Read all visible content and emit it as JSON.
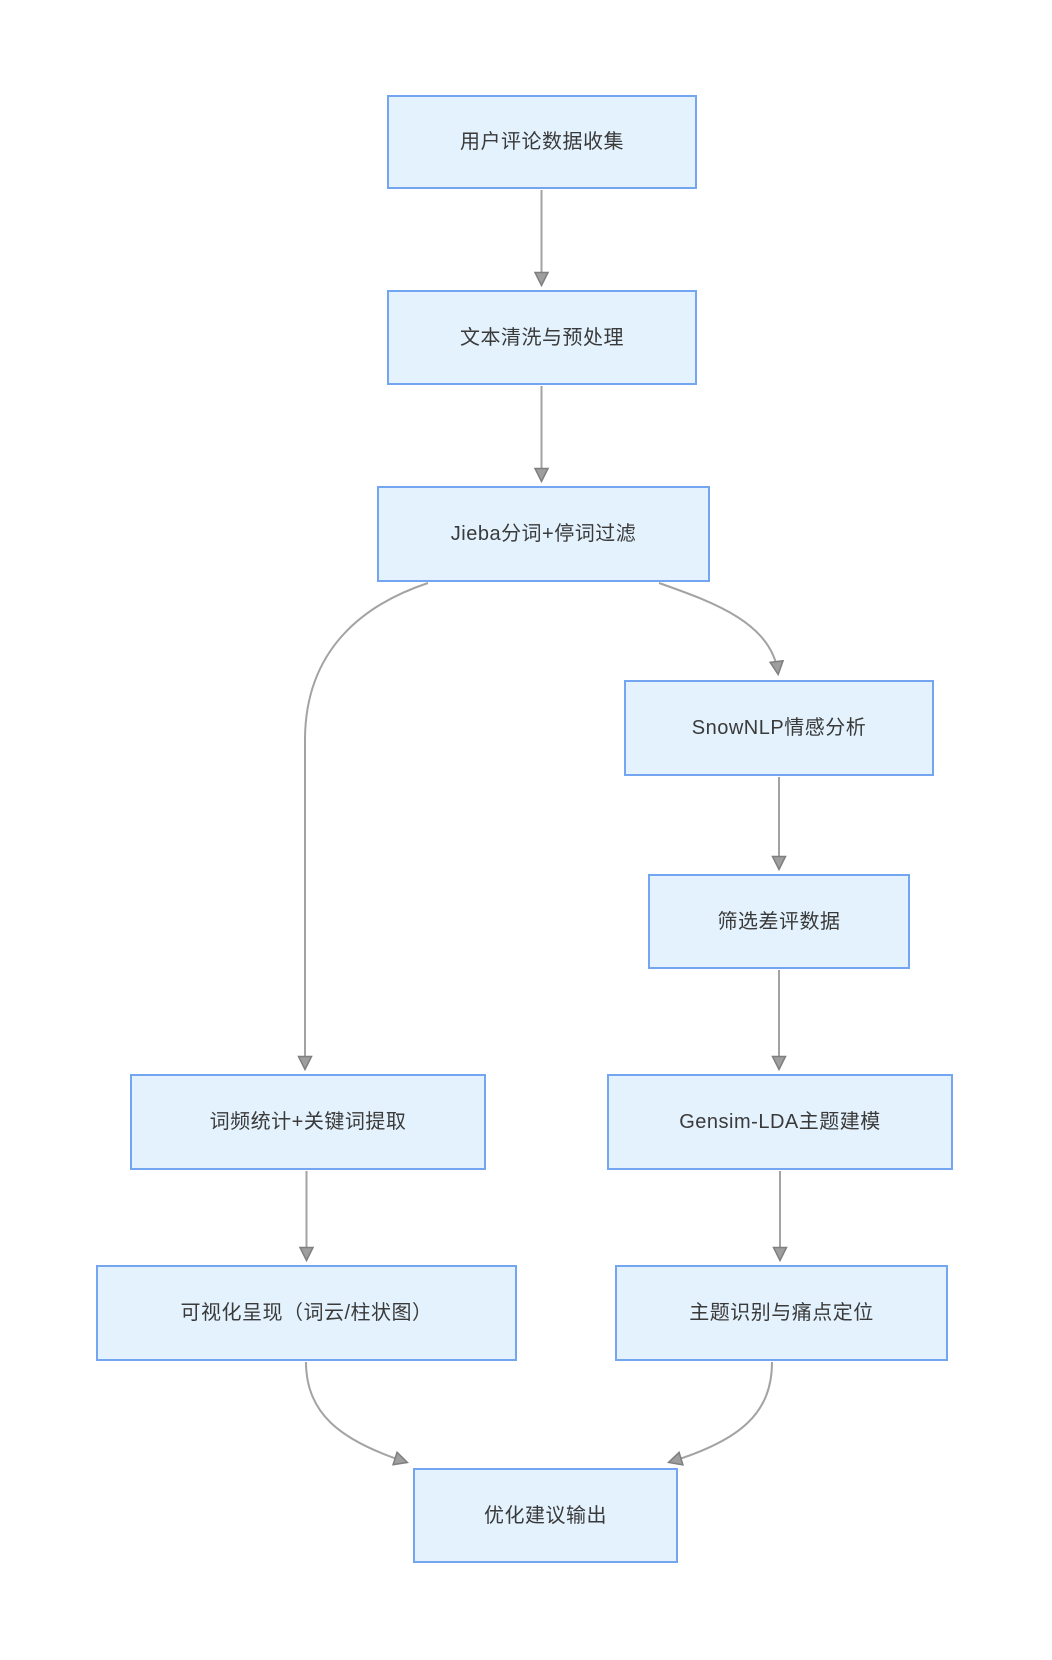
{
  "diagram": {
    "type": "flowchart",
    "background_color": "#ffffff",
    "node_style": {
      "fill_color": "#e3f2fd",
      "border_color": "#74a5f0",
      "text_color": "#3a3a3a"
    },
    "connector_style": {
      "line_color": "#a3a3a3",
      "arrowhead_fill": "#9e9e9e",
      "arrowhead_stroke": "#7f7f7f"
    },
    "nodes": [
      {
        "id": "collect",
        "label": "用户评论数据收集"
      },
      {
        "id": "clean",
        "label": "文本清洗与预处理"
      },
      {
        "id": "jieba",
        "label": "Jieba分词+停词过滤"
      },
      {
        "id": "snownlp",
        "label": "SnowNLP情感分析"
      },
      {
        "id": "filter",
        "label": "筛选差评数据"
      },
      {
        "id": "freq",
        "label": "词频统计+关键词提取"
      },
      {
        "id": "lda",
        "label": "Gensim-LDA主题建模"
      },
      {
        "id": "viz",
        "label": "可视化呈现（词云/柱状图）"
      },
      {
        "id": "topic",
        "label": "主题识别与痛点定位"
      },
      {
        "id": "output",
        "label": "优化建议输出"
      }
    ],
    "edges": [
      {
        "from": "collect",
        "to": "clean"
      },
      {
        "from": "clean",
        "to": "jieba"
      },
      {
        "from": "jieba",
        "to": "freq"
      },
      {
        "from": "jieba",
        "to": "snownlp"
      },
      {
        "from": "snownlp",
        "to": "filter"
      },
      {
        "from": "filter",
        "to": "lda"
      },
      {
        "from": "lda",
        "to": "topic"
      },
      {
        "from": "freq",
        "to": "viz"
      },
      {
        "from": "viz",
        "to": "output"
      },
      {
        "from": "topic",
        "to": "output"
      }
    ]
  }
}
